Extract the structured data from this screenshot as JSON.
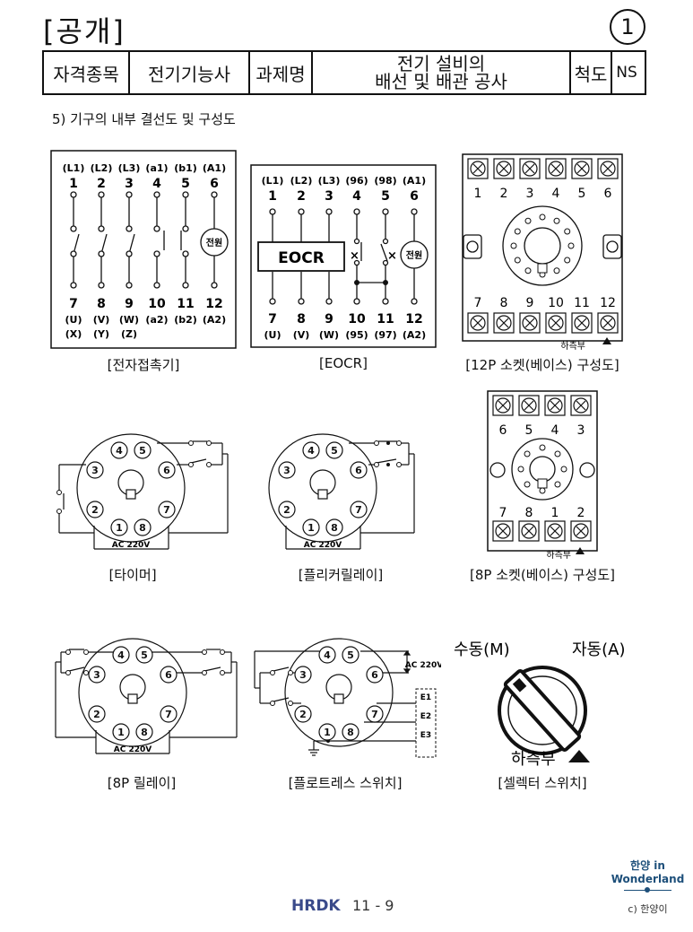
{
  "header": {
    "title": "[공개]",
    "page_circle": "1",
    "cells": [
      "자격종목",
      "전기기능사",
      "과제명",
      "전기 설비의",
      "배선 및 배관 공사",
      "척도",
      "NS"
    ]
  },
  "section_title": "5) 기구의 내부 결선도 및 구성도",
  "mc": {
    "caption": "[전자접촉기]",
    "top_sub": [
      "(L1)",
      "(L2)",
      "(L3)",
      "(a1)",
      "(b1)",
      "(A1)"
    ],
    "top_num": [
      "1",
      "2",
      "3",
      "4",
      "5",
      "6"
    ],
    "bot_num": [
      "7",
      "8",
      "9",
      "10",
      "11",
      "12"
    ],
    "bot_sub1": [
      "(U)",
      "(V)",
      "(W)",
      "(a2)",
      "(b2)",
      "(A2)"
    ],
    "bot_sub2": [
      "(X)",
      "(Y)",
      "(Z)"
    ],
    "coil": "전원"
  },
  "eocr": {
    "caption": "[EOCR]",
    "top_sub": [
      "(L1)",
      "(L2)",
      "(L3)",
      "(96)",
      "(98)",
      "(A1)"
    ],
    "top_num": [
      "1",
      "2",
      "3",
      "4",
      "5",
      "6"
    ],
    "bot_num": [
      "7",
      "8",
      "9",
      "10",
      "11",
      "12"
    ],
    "bot_sub": [
      "(U)",
      "(V)",
      "(W)",
      "(95)",
      "(97)",
      "(A2)"
    ],
    "box": "EOCR",
    "coil": "전원"
  },
  "socket12": {
    "caption": "[12P 소켓(베이스) 구성도]",
    "top": [
      "1",
      "2",
      "3",
      "4",
      "5",
      "6"
    ],
    "bot": [
      "7",
      "8",
      "9",
      "10",
      "11",
      "12"
    ],
    "down": "하측부"
  },
  "timer": {
    "caption": "[타이머]",
    "ac": "AC 220V"
  },
  "flicker": {
    "caption": "[플리커릴레이]",
    "ac": "AC 220V"
  },
  "socket8": {
    "caption": "[8P 소켓(베이스) 구성도]",
    "top": [
      "6",
      "5",
      "4",
      "3"
    ],
    "bot": [
      "7",
      "8",
      "1",
      "2"
    ],
    "down": "하측부"
  },
  "relay8": {
    "caption": "[8P 릴레이]",
    "ac": "AC 220V"
  },
  "floatless": {
    "caption": "[플로트레스 스위치]",
    "ac": "AC 220V",
    "e": [
      "E1",
      "E2",
      "E3"
    ]
  },
  "selector": {
    "caption": "[셀렉터 스위치]",
    "manual": "수동(M)",
    "auto": "자동(A)",
    "down": "하측부"
  },
  "pins8": [
    "1",
    "2",
    "3",
    "4",
    "5",
    "6",
    "7",
    "8"
  ],
  "footer": {
    "brand": "HRDK",
    "page": "11 - 9",
    "logo1": "한양 in",
    "logo2": "Wonderland",
    "logo3": "c) 한양이"
  }
}
